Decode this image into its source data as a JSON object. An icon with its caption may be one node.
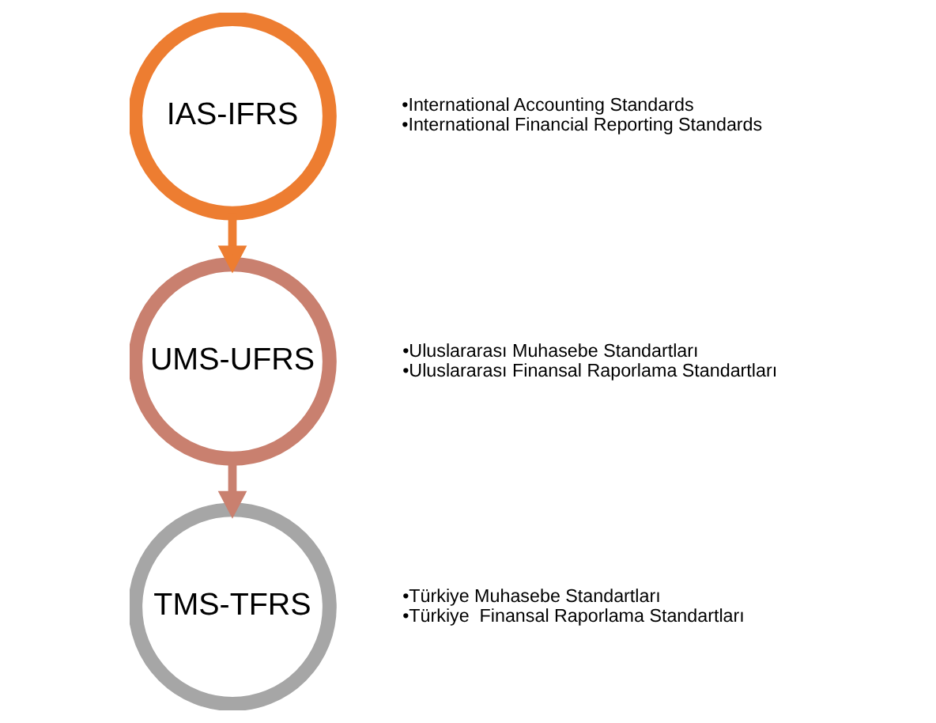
{
  "diagram": {
    "nodes": [
      {
        "text": [
          "IAS-IFRS"
        ],
        "beside": [
          "•International Accounting Standards",
          "•International Financial Reporting Standards"
        ]
      },
      {
        "text": [
          "UMS-UFRS"
        ],
        "beside": [
          "•Uluslararası Muhasebe Standartları",
          "•Uluslararası Finansal Raporlama Standartları"
        ]
      },
      {
        "text": [
          "TMS-TFRS"
        ],
        "beside": [
          "•Türkiye Muhasebe Standartları",
          "•Türkiye  Finansal Raporlama Standartları"
        ]
      }
    ],
    "edges": [
      {
        "from": 0,
        "to": 1,
        "arrow": "to",
        "color": "#ed7d31"
      },
      {
        "from": 1,
        "to": 2,
        "arrow": "to",
        "color": "#c9806f"
      }
    ]
  }
}
